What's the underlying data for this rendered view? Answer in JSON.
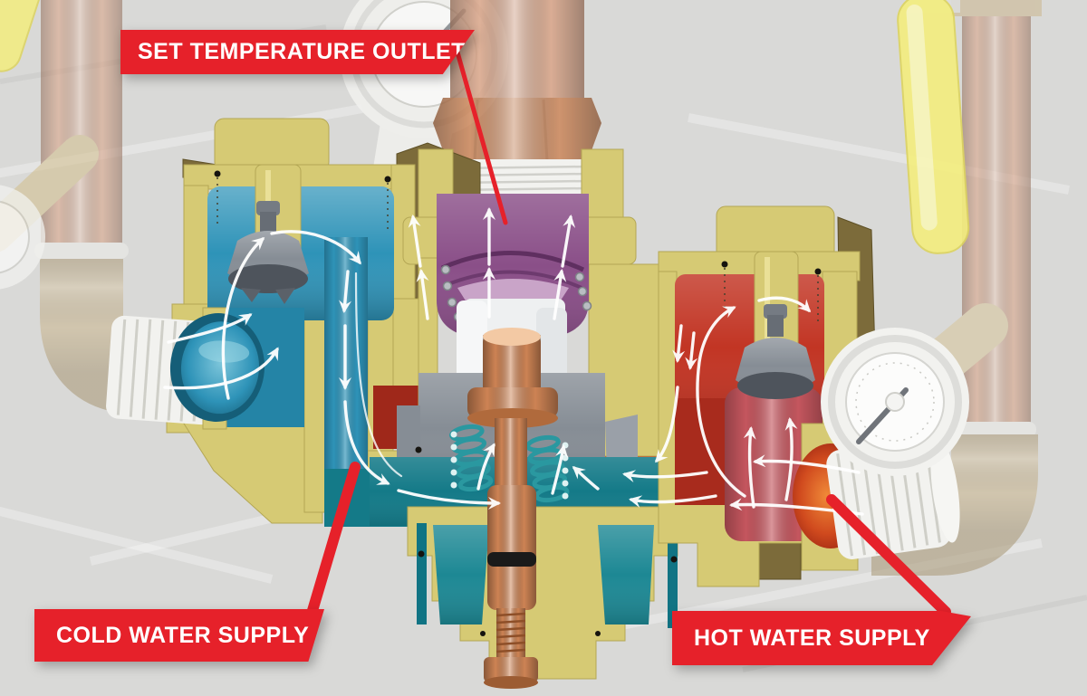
{
  "diagram": {
    "title": "Thermostatic mixing valve cutaway",
    "type": "technical-cutaway-illustration",
    "callouts": {
      "set_temperature_outlet": {
        "label": "SET TEMPERATURE OUTLET"
      },
      "cold_water_supply": {
        "label": "COLD WATER SUPPLY"
      },
      "hot_water_supply": {
        "label": "HOT WATER SUPPLY"
      }
    },
    "colors": {
      "background": "#d9d9d7",
      "label_bg": "#e6212a",
      "label_text": "#ffffff",
      "cold_water": "#2e93b8",
      "hot_water": "#c23524",
      "mixed_water": "#8a4f88",
      "tempered_water": "#147a88",
      "valve_cut_face": "#d6ca74",
      "valve_body_dark": "#7c6b3a",
      "copper": "#cd8354",
      "pipe_copper": "#dba385",
      "handle_yellow": "#f4ee7e",
      "gauge_white": "#f2f2ef",
      "component_gray": "#868d95",
      "flow_arrow": "#ffffff"
    },
    "components": [
      "cold-check-valve",
      "hot-check-valve",
      "thermostatic-element",
      "copper-piston",
      "return-springs",
      "mixing-chamber",
      "temperature-gauge",
      "shut-off-handle",
      "outlet-pipe",
      "cold-inlet-thread",
      "hot-inlet-thread"
    ]
  }
}
